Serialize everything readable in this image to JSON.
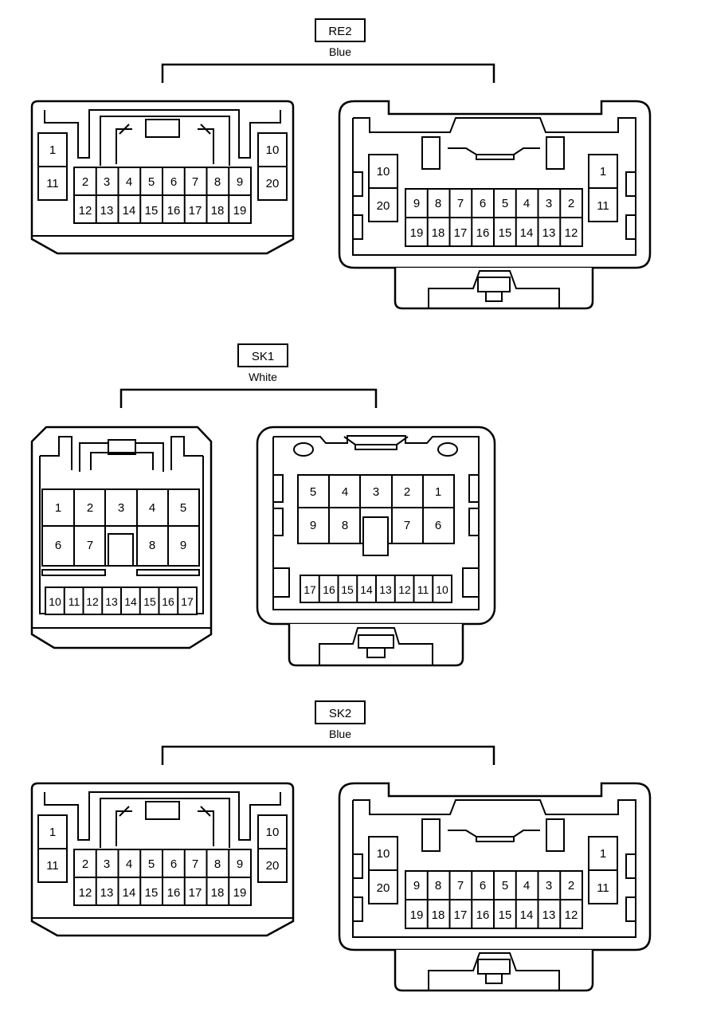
{
  "colors": {
    "line": "#000000",
    "background": "#ffffff"
  },
  "groups": [
    {
      "id": "re2",
      "code": "RE2",
      "color_label": "Blue",
      "male_pins": {
        "left_top": "1",
        "left_bottom": "11",
        "right_top": "10",
        "right_bottom": "20",
        "center_top": [
          "2",
          "3",
          "4",
          "5",
          "6",
          "7",
          "8",
          "9"
        ],
        "center_bottom": [
          "12",
          "13",
          "14",
          "15",
          "16",
          "17",
          "18",
          "19"
        ]
      },
      "female_pins": {
        "left_top": "10",
        "left_bottom": "20",
        "right_top": "1",
        "right_bottom": "11",
        "center_top": [
          "9",
          "8",
          "7",
          "6",
          "5",
          "4",
          "3",
          "2"
        ],
        "center_bottom": [
          "19",
          "18",
          "17",
          "16",
          "15",
          "14",
          "13",
          "12"
        ]
      }
    },
    {
      "id": "sk1",
      "code": "SK1",
      "color_label": "White",
      "male_pins": {
        "row1": [
          "1",
          "2",
          "3",
          "4",
          "5"
        ],
        "row2": [
          "6",
          "7",
          "",
          "8",
          "9"
        ],
        "row3": [
          "10",
          "11",
          "12",
          "13",
          "14",
          "15",
          "16",
          "17"
        ]
      },
      "female_pins": {
        "row1": [
          "5",
          "4",
          "3",
          "2",
          "1"
        ],
        "row2": [
          "9",
          "8",
          "",
          "7",
          "6"
        ],
        "row3": [
          "17",
          "16",
          "15",
          "14",
          "13",
          "12",
          "11",
          "10"
        ]
      }
    },
    {
      "id": "sk2",
      "code": "SK2",
      "color_label": "Blue",
      "male_pins": {
        "left_top": "1",
        "left_bottom": "11",
        "right_top": "10",
        "right_bottom": "20",
        "center_top": [
          "2",
          "3",
          "4",
          "5",
          "6",
          "7",
          "8",
          "9"
        ],
        "center_bottom": [
          "12",
          "13",
          "14",
          "15",
          "16",
          "17",
          "18",
          "19"
        ]
      },
      "female_pins": {
        "left_top": "10",
        "left_bottom": "20",
        "right_top": "1",
        "right_bottom": "11",
        "center_top": [
          "9",
          "8",
          "7",
          "6",
          "5",
          "4",
          "3",
          "2"
        ],
        "center_bottom": [
          "19",
          "18",
          "17",
          "16",
          "15",
          "14",
          "13",
          "12"
        ]
      }
    }
  ]
}
